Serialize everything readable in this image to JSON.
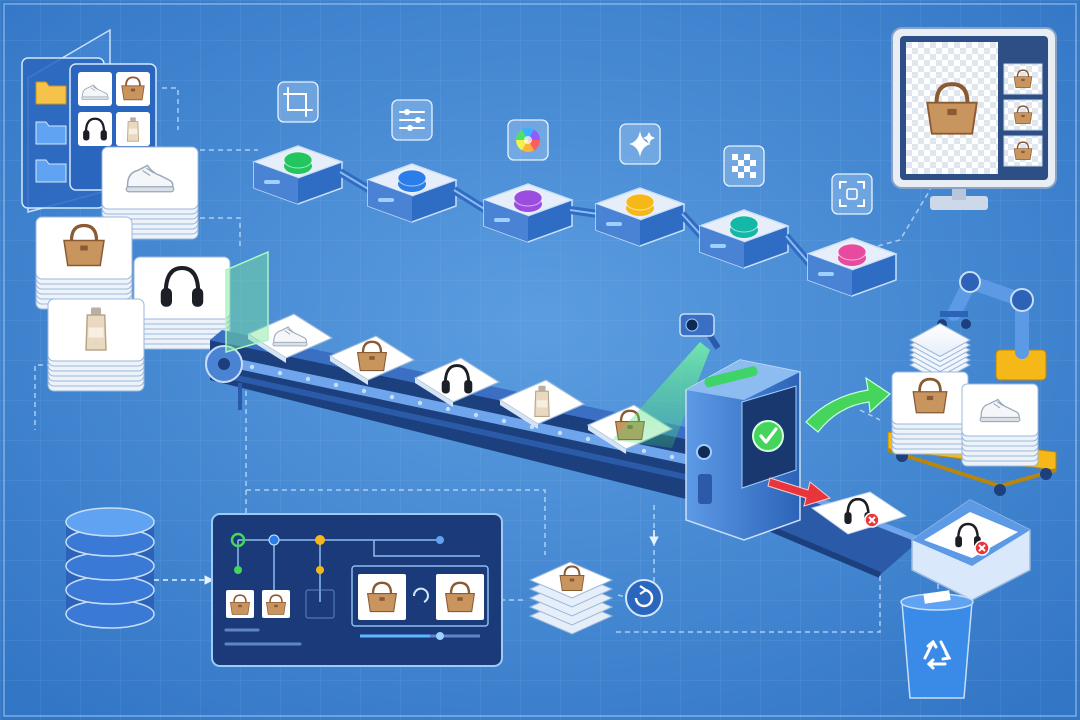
{
  "diagram": {
    "kind": "product image processing pipeline",
    "labels": [],
    "colors": {
      "background": "#3f86d2",
      "panel": "#1e3f86",
      "accent_green": "#45d45c",
      "reject_red": "#e8353c",
      "rail": "#2c5aa8"
    },
    "source": {
      "folders": 3,
      "thumbnails": [
        "sneaker",
        "handbag",
        "headphones",
        "bottle"
      ],
      "stacks": [
        "sneaker",
        "handbag",
        "headphones",
        "bottle"
      ]
    },
    "stages": [
      {
        "icon": "crop-icon",
        "color": "#22c55e"
      },
      {
        "icon": "sliders-icon",
        "color": "#2b7de9"
      },
      {
        "icon": "color-wheel-icon",
        "color": "#9b4de0"
      },
      {
        "icon": "sparkle-icon",
        "color": "#f5b818"
      },
      {
        "icon": "checkerboard-icon",
        "color": "#14b8a6"
      },
      {
        "icon": "scan-frame-icon",
        "color": "#e84aa0"
      }
    ],
    "conveyor_items": [
      "sneaker",
      "handbag",
      "headphones",
      "bottle",
      "handbag"
    ],
    "inspection": {
      "status": "approved",
      "icon": "check-icon"
    },
    "rejected_item": "headphones",
    "accepted_output": [
      "handbag",
      "sneaker"
    ],
    "bin_item": "headphones",
    "bin_icon": "recycle-icon",
    "monitor_preview": {
      "main": "handbag",
      "thumbnails": 3
    },
    "review_panel": {
      "compare": [
        "handbag",
        "handbag"
      ]
    }
  }
}
